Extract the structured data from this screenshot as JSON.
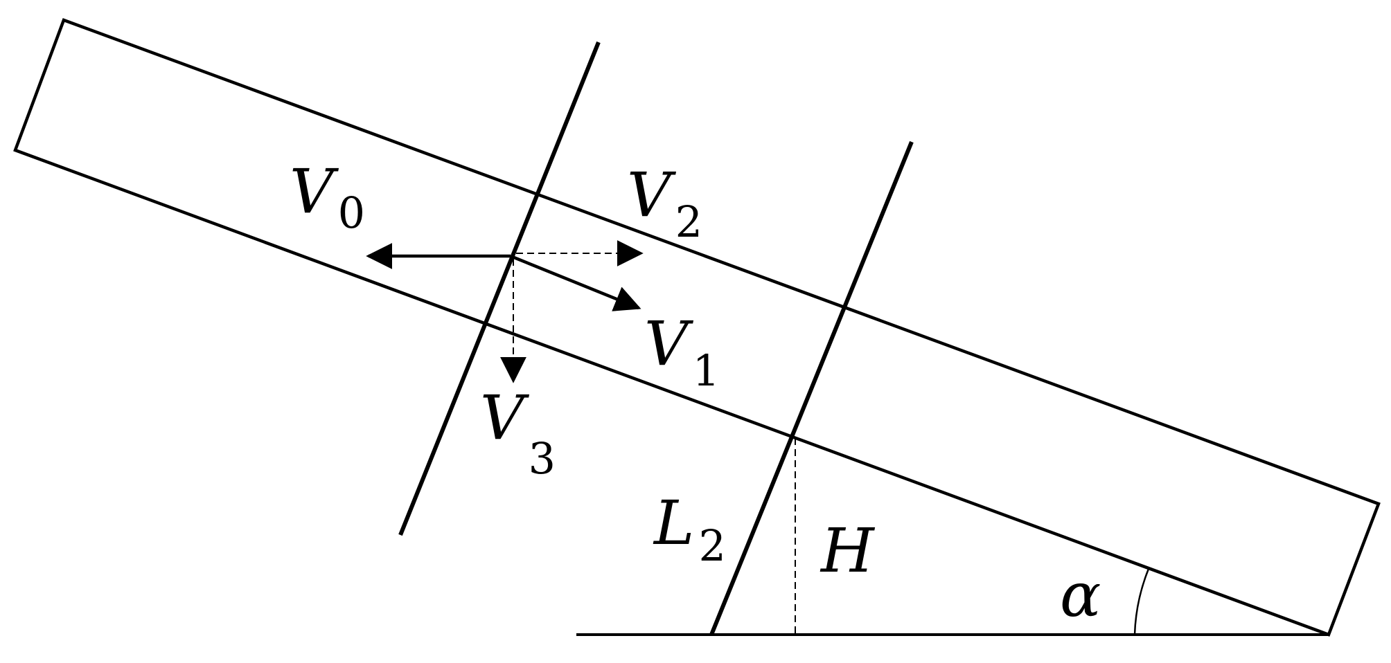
{
  "labels": {
    "v0": {
      "main": "V",
      "sub": "0"
    },
    "v1": {
      "main": "V",
      "sub": "1"
    },
    "v2": {
      "main": "V",
      "sub": "2"
    },
    "v3": {
      "main": "V",
      "sub": "3"
    },
    "l2": {
      "main": "L",
      "sub": "2"
    },
    "h": "H",
    "alpha": "α"
  },
  "colors": {
    "ink": "#000000",
    "background": "#ffffff"
  }
}
